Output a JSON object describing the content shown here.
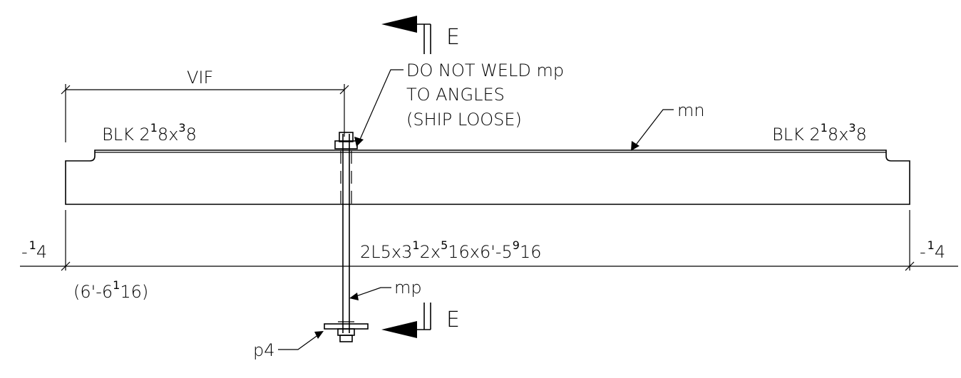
{
  "section_label_top": "E",
  "section_label_bottom": "E",
  "dim_vif": "VIF",
  "note_weld": {
    "line1": "DO NOT WELD mp",
    "line2": "TO ANGLES",
    "line3": "(SHIP LOOSE)"
  },
  "label_mn": "mn",
  "blk_left": {
    "main": "BLK 2",
    "sup1": "1",
    "mid": "8x",
    "sup2": "3",
    "end": "8"
  },
  "blk_right": {
    "main": "BLK 2",
    "sup1": "1",
    "mid": "8x",
    "sup2": "3",
    "end": "8"
  },
  "member": {
    "a": "2L5x3",
    "s1": "1",
    "b": "2x",
    "s2": "5",
    "c": "16x6'-5",
    "s3": "9",
    "d": "16"
  },
  "elev_left": {
    "a": "-",
    "s": "1",
    "b": "4"
  },
  "elev_right": {
    "a": "-",
    "s": "1",
    "b": "4"
  },
  "overall_dim": {
    "a": "(6'-6",
    "s": "1",
    "b": "16)"
  },
  "label_mp": "mp",
  "label_p4": "p4"
}
